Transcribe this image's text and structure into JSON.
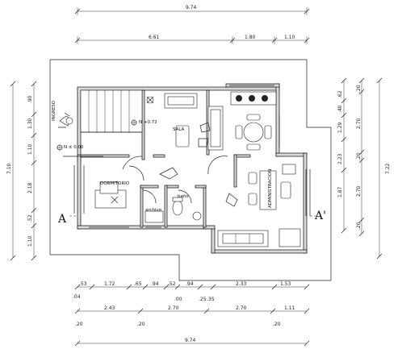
{
  "dimensions": {
    "top_total": "9.74",
    "top_row": [
      "6.61",
      "1.80",
      "1.10"
    ],
    "left_outer": "7.10",
    "left_inner": [
      ".90",
      "1.30",
      "1.10",
      "2.18",
      ".52",
      "1.10"
    ],
    "right_inner": [
      ".62",
      ".40",
      "1.29",
      "2.23",
      "1.87"
    ],
    "right_mid": [
      ".20",
      "2.70",
      ".20",
      "2.70",
      ".20"
    ],
    "right_outer": "7.22",
    "bottom_row1": [
      ".53",
      "1.72",
      ".65",
      ".94",
      ".52",
      ".94",
      "2.33",
      "1.53"
    ],
    "bottom_notes": [
      ".04",
      ".00",
      ".25",
      ".35"
    ],
    "bottom_row2": [
      "2.43",
      "2.70",
      "2.70",
      "1.11"
    ],
    "bottom_row3": [
      ".20",
      ".20",
      ".20"
    ],
    "bottom_total": "9.74"
  },
  "levels": {
    "upper": "N +0.72",
    "lower": "N ± 0.00"
  },
  "rooms": {
    "sala": "SALA",
    "dormitorio": "DORMITORIO",
    "archivo": "archivo",
    "bano": "baño",
    "administracion": "ADMINISTRACION",
    "acceso": "INGRESO"
  },
  "section_marks": {
    "left": "A",
    "right": "A'"
  },
  "colors": {
    "ink": "#222222",
    "wall_fill": "#d9d9d9",
    "paper": "#ffffff"
  }
}
